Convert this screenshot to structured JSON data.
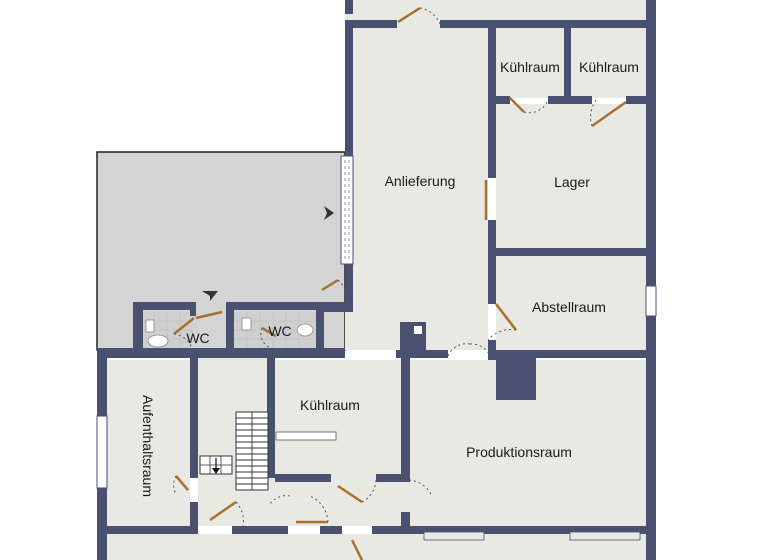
{
  "colors": {
    "wall": "#4a5070",
    "floor": "#e9e9e3",
    "outdoor": "#d4d4d4",
    "door": "#a8702e",
    "tile": "#cfcfcf",
    "window": "#ffffff"
  },
  "rooms": {
    "anlieferung": "Anlieferung",
    "kuehlraum_1": "Kühlraum",
    "kuehlraum_2": "Kühlraum",
    "lager": "Lager",
    "abstellraum": "Abstellraum",
    "wc_1": "WC",
    "wc_2": "WC",
    "kuehlraum_3": "Kühlraum",
    "aufenthaltsraum": "Aufenthaltsraum",
    "produktionsraum": "Produktionsraum"
  },
  "icons": {
    "entrance_marker": "triangle-arrow-icon",
    "stair_arrow": "arrow-down-icon"
  }
}
